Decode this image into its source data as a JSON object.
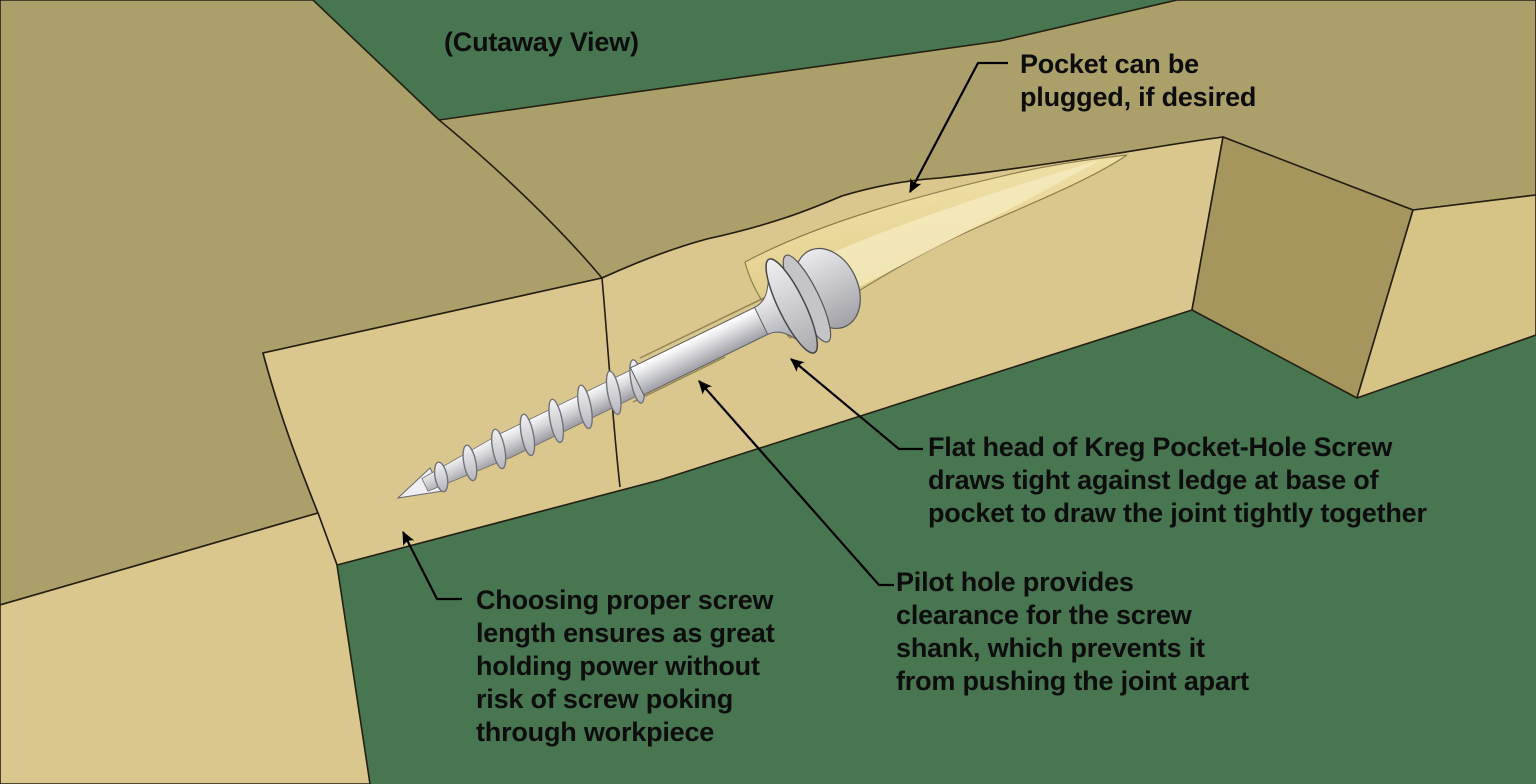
{
  "title": "Pocket-hole joint cutaway diagram",
  "labels": {
    "cutaway": "(Cutaway View)",
    "pocket": "Pocket can be\nplugged, if desired",
    "flat_head": "Flat head of Kreg Pocket-Hole Screw\ndraws tight against ledge at base of\npocket to draw the joint tightly together",
    "pilot": "Pilot hole provides\nclearance for the screw\nshank, which prevents it\nfrom pushing the joint apart",
    "screw_length": "Choosing proper screw\nlength ensures as great\nholding power without\nrisk of screw poking\nthrough workpiece"
  },
  "palette": {
    "background": "#487650",
    "wood_top": "#aca06a",
    "wood_light": "#d9c78d",
    "wood_shadow": "#a5965e",
    "wood_leg": "#d6c486",
    "pocket_bore_highlight": "#f6ecc2",
    "outline": "#241f12",
    "leader": "#000000",
    "text": "#0d0d0d",
    "screw_body": "#d5d5d9"
  }
}
